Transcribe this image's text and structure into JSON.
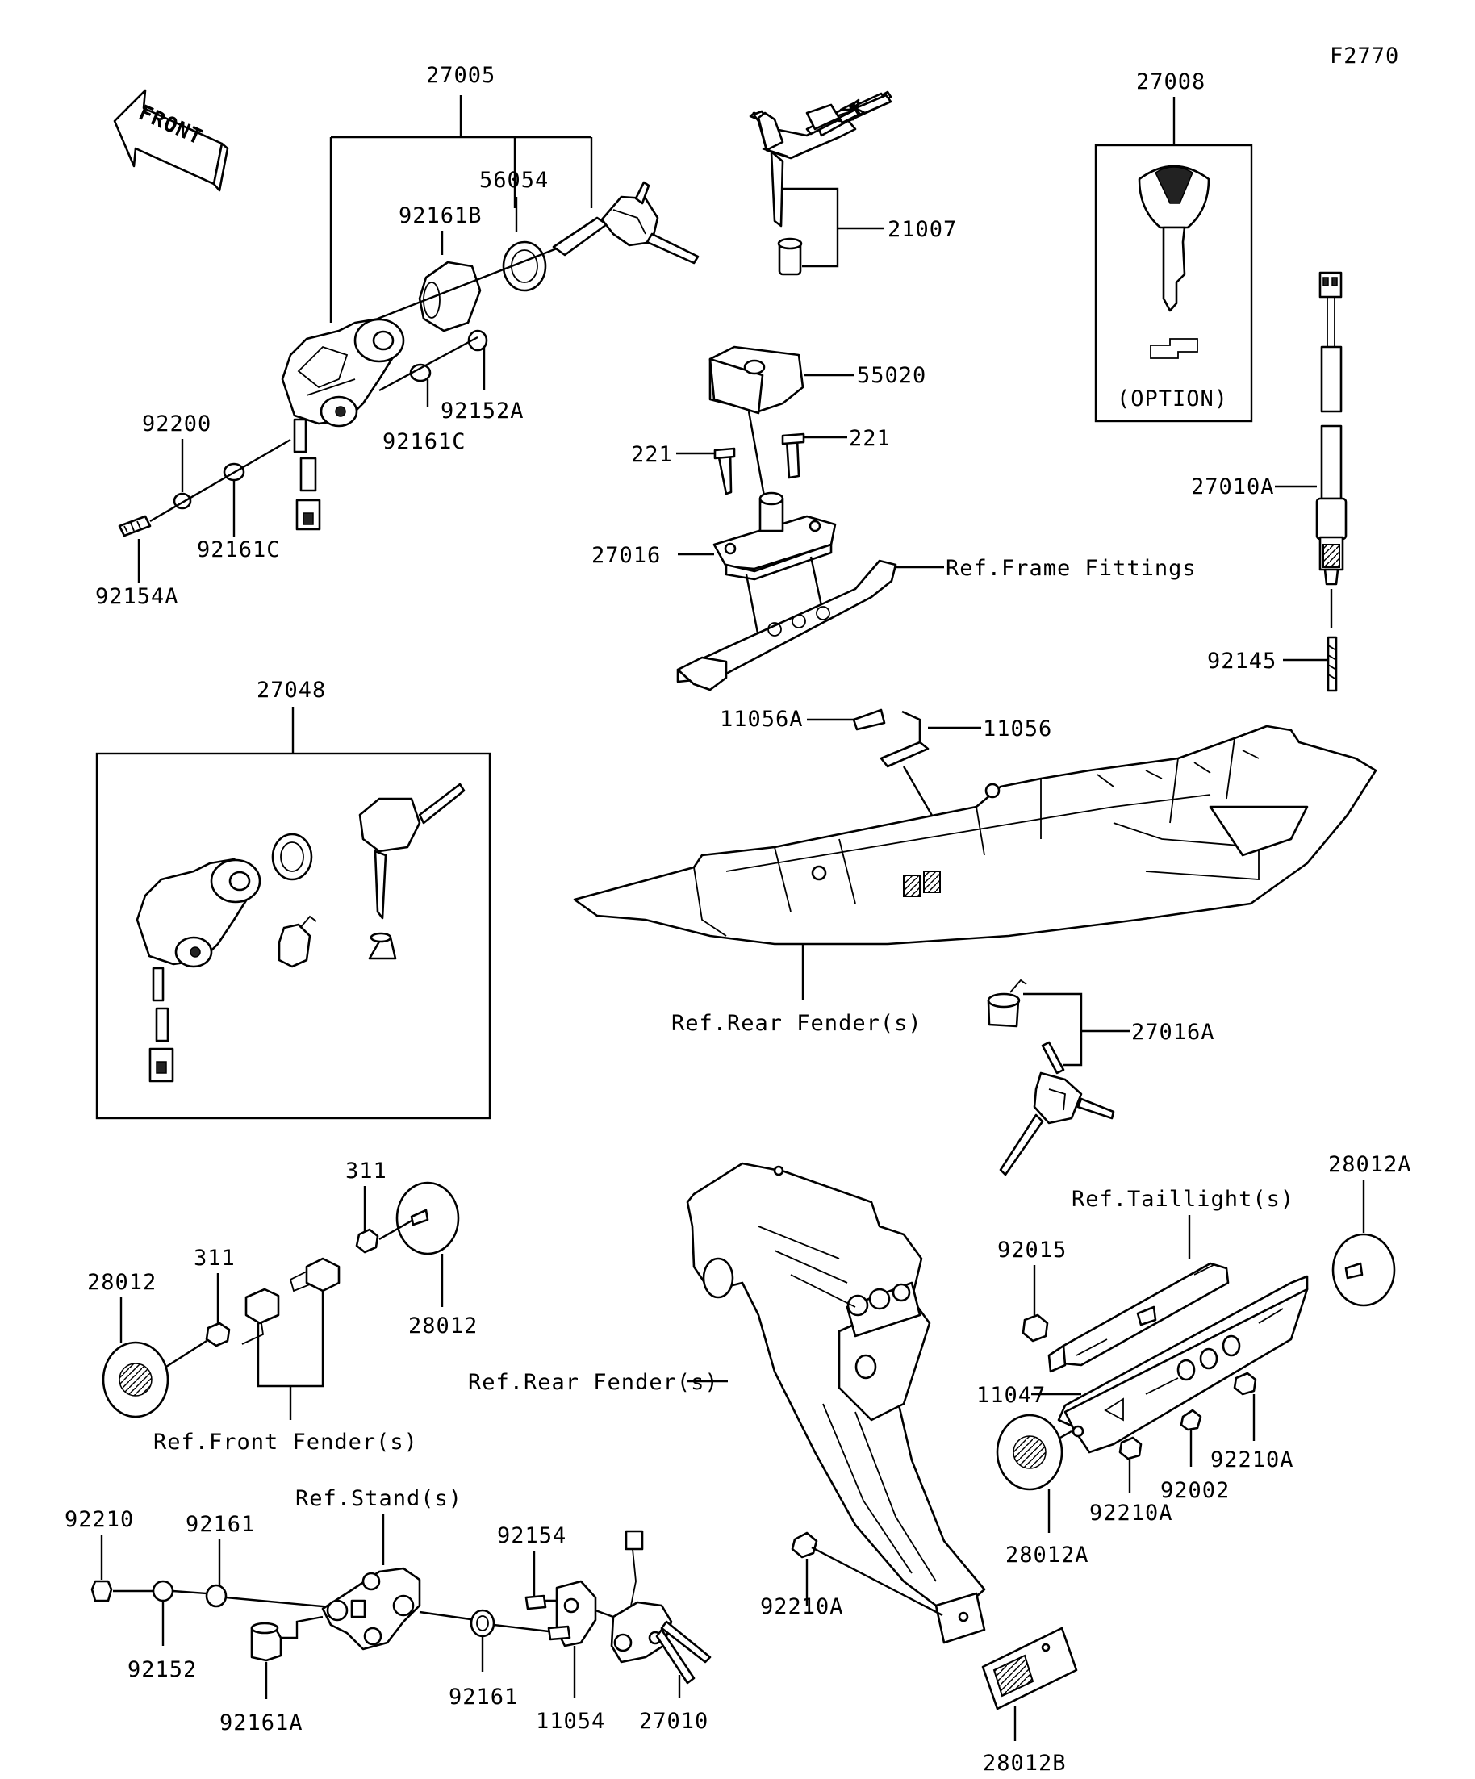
{
  "figure_code": "F2770",
  "front_arrow_label": "FRONT",
  "option_label": "(OPTION)",
  "parts": {
    "p27005": "27005",
    "p56054": "56054",
    "p92161B": "92161B",
    "p92152A": "92152A",
    "p92161C_top": "92161C",
    "p92200": "92200",
    "p92161C": "92161C",
    "p92154A": "92154A",
    "p21007": "21007",
    "p55020": "55020",
    "p221_left": "221",
    "p221_right": "221",
    "p27016": "27016",
    "ref_frame": "Ref.Frame Fittings",
    "p27008": "27008",
    "p27010A": "27010A",
    "p92145": "92145",
    "p27048": "27048",
    "p11056A": "11056A",
    "p11056": "11056",
    "ref_rear_fender_1": "Ref.Rear Fender(s)",
    "p27016A": "27016A",
    "p311_top": "311",
    "p311": "311",
    "p28012_left": "28012",
    "p28012_right": "28012",
    "ref_front_fender": "Ref.Front Fender(s)",
    "ref_rear_fender_2": "Ref.Rear Fender(s)",
    "p28012A_top": "28012A",
    "ref_taillight": "Ref.Taillight(s)",
    "p92015": "92015",
    "p11047": "11047",
    "p92002": "92002",
    "p92210A_right": "92210A",
    "p92210A_mid": "92210A",
    "p28012A_bottom": "28012A",
    "p92210A_left": "92210A",
    "p28012B": "28012B",
    "p92210": "92210",
    "p92161_top": "92161",
    "ref_stand": "Ref.Stand(s)",
    "p92154": "92154",
    "p92152": "92152",
    "p92161A": "92161A",
    "p92161": "92161",
    "p11054": "11054",
    "p27010": "27010"
  }
}
